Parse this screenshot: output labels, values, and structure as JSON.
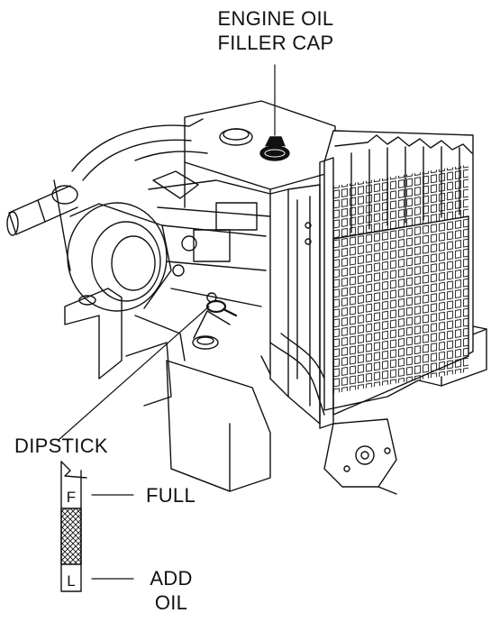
{
  "labels": {
    "oil_filler_cap": [
      "ENGINE OIL",
      "FILLER CAP"
    ],
    "dipstick": "DIPSTICK",
    "full": "FULL",
    "add_oil": [
      "ADD",
      "OIL"
    ]
  },
  "dipstick_marks": {
    "full": "F",
    "low": "L"
  },
  "colors": {
    "line": "#111111",
    "background": "#ffffff"
  }
}
